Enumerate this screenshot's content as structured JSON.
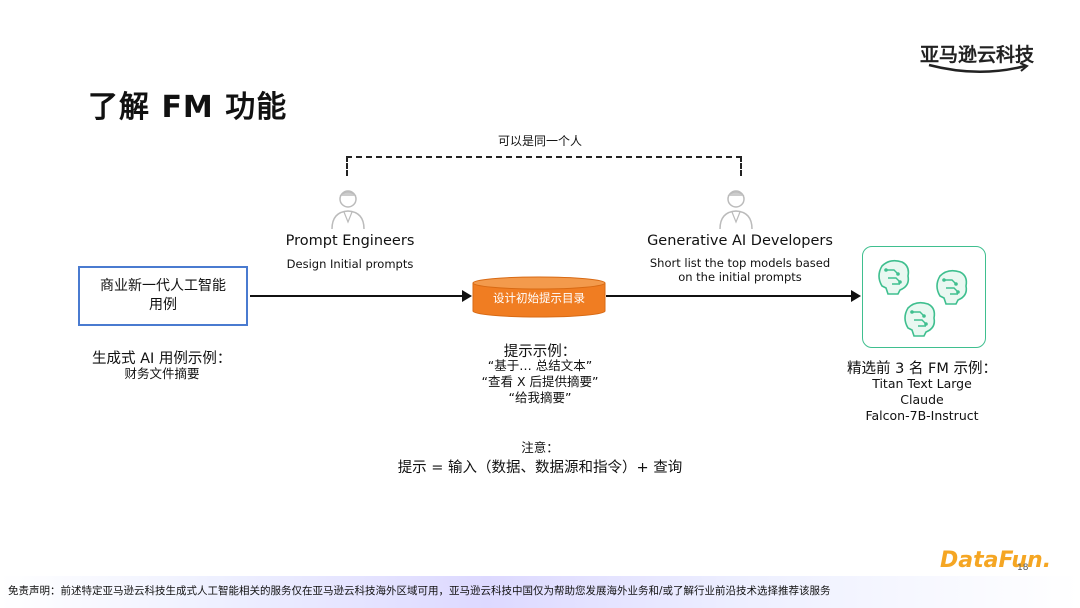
{
  "header": {
    "title": "了解 FM 功能",
    "brand": "亚马逊云科技"
  },
  "diagram": {
    "same_person_note": "可以是同一个人",
    "prompt_engineers": {
      "title": "Prompt Engineers",
      "subtitle": "Design Initial prompts",
      "icon": "person-icon"
    },
    "genai_developers": {
      "title": "Generative AI Developers",
      "subtitle_line1": "Short list the top models based",
      "subtitle_line2": "on the initial prompts",
      "icon": "person-icon"
    },
    "use_case_box": {
      "line1": "商业新一代人工智能",
      "line2": "用例"
    },
    "use_case_example": {
      "label": "生成式 AI 用例示例：",
      "value": "财务文件摘要"
    },
    "prompt_catalog": {
      "label": "设计初始提示目录",
      "color": "#f07d22"
    },
    "prompt_examples": {
      "label": "提示示例：",
      "items": [
        "“基于… 总结文本”",
        "“查看 X 后提供摘要”",
        "“给我摘要”"
      ]
    },
    "models": {
      "icon": "ai-brain-icon",
      "color": "#3fbf8f",
      "label": "精选前 3 名 FM 示例：",
      "items": [
        "Titan Text Large",
        "Claude",
        "Falcon-7B-Instruct"
      ]
    },
    "note": {
      "label": "注意：",
      "formula": "提示 = 输入（数据、数据源和指令）+ 查询"
    }
  },
  "footer": {
    "disclaimer": "免责声明：前述特定亚马逊云科技生成式人工智能相关的服务仅在亚马逊云科技海外区域可用，亚马逊云科技中国仅为帮助您发展海外业务和/或了解行业前沿技术选择推荐该服务",
    "logo": "DataFun.",
    "page_number": "18"
  }
}
